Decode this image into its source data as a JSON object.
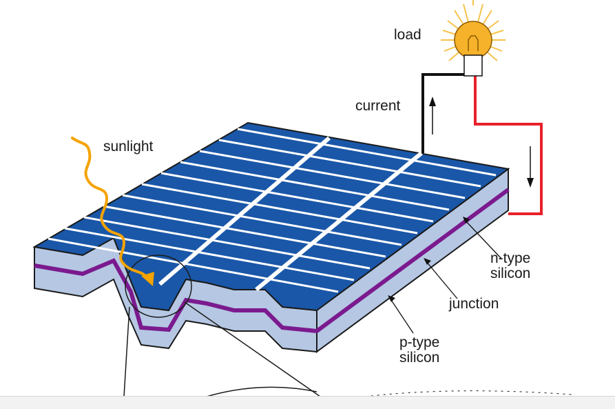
{
  "labels": {
    "load": "load",
    "current": "current",
    "sunlight": "sunlight",
    "n_type_line1": "n-type",
    "n_type_line2": "silicon",
    "junction": "junction",
    "p_type_line1": "p-type",
    "p_type_line2": "silicon"
  },
  "icons": [
    "light-bulb-icon",
    "sun-ray-icon",
    "current-arrow-up-icon",
    "current-arrow-down-icon"
  ],
  "colors": {
    "cell_blue": "#1a57a8",
    "cell_top_dark": "#124a8f",
    "contact_grid": "#ffffff",
    "n_layer": "#b5c7e3",
    "junction": "#7b1a8e",
    "wire_negative": "#111111",
    "wire_positive": "#e8202a",
    "sunlight": "#f4a300",
    "bulb": "#f6b22b"
  }
}
